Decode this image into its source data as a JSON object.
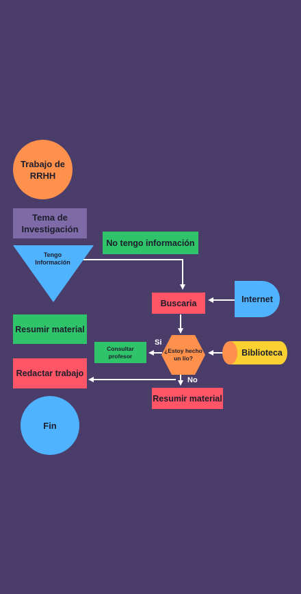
{
  "colors": {
    "background": "#4b3d6a",
    "orange": "#ff914d",
    "purple": "#7e6aa6",
    "blue": "#4fb3ff",
    "green": "#2fc36a",
    "red": "#ff5566",
    "yellow": "#f9d232",
    "connector": "#ffffff"
  },
  "nodes": {
    "trabajo": "Trabajo de RRHH",
    "tema": "Tema de Investigación",
    "tengo_info": "Tengo Información",
    "no_tengo_info": "No tengo información",
    "buscaria": "Buscaria",
    "internet": "Internet",
    "resumir_material_left": "Resumir material",
    "consultar_profesor": "Consultar profesor",
    "estoy_hecho_lio": "¿Estoy hecho un lío?",
    "biblioteca": "Biblioteca",
    "redactar_trabajo": "Redactar trabajo",
    "resumir_material_bottom": "Resumir material",
    "fin": "Fin"
  },
  "edge_labels": {
    "si": "Si",
    "no": "No"
  },
  "icons": {
    "arrowhead": "arrow-head-icon",
    "cylinder": "database-cylinder-icon",
    "inverted_triangle": "merge-triangle-icon",
    "hexagon": "decision-hexagon-icon",
    "half_round": "display-shape-icon"
  }
}
